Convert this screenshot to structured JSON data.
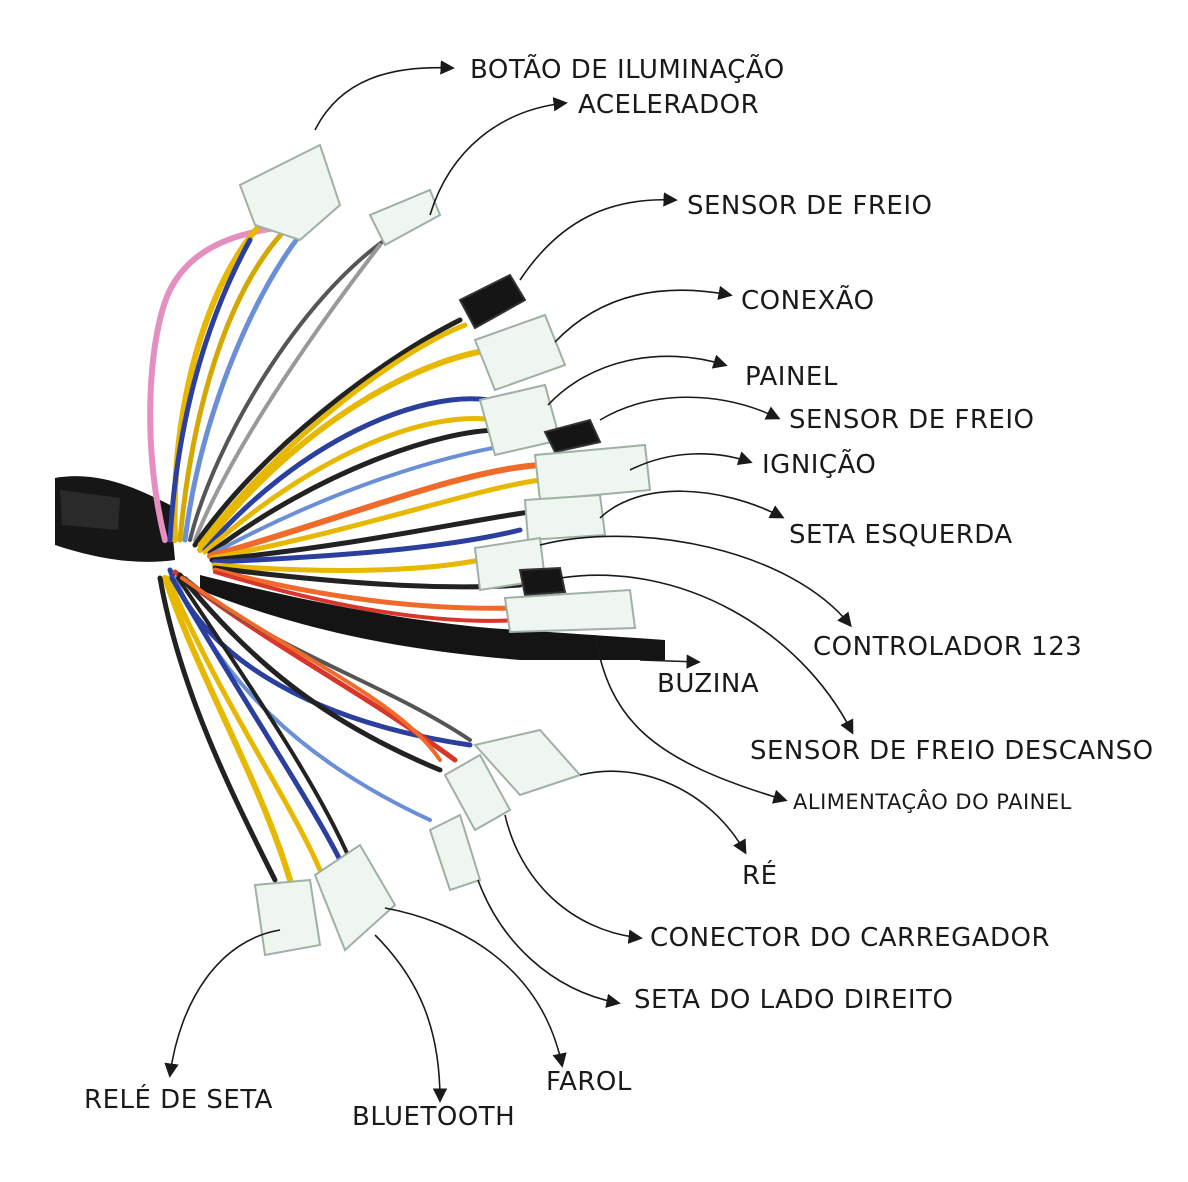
{
  "colors": {
    "black": "#111111",
    "yellow": "#e6b800",
    "blue": "#2a3f9e",
    "light_blue": "#6a8fd6",
    "pink": "#e58fc0",
    "orange": "#f06a2a",
    "red": "#d8362a",
    "gray": "#7d7d7d",
    "connector": "#eef6ef",
    "connector_edge": "#9fb0a4",
    "arrow": "#1a1a1a"
  },
  "labels": {
    "botao_iluminacao": "BOTÃO DE ILUMINAÇÃO",
    "acelerador": "ACELERADOR",
    "sensor_freio_1": "SENSOR DE FREIO",
    "conexao": "CONEXÃO",
    "painel": "PAINEL",
    "sensor_freio_2": "SENSOR DE FREIO",
    "ignicao": "IGNIÇÃO",
    "seta_esquerda": "SETA ESQUERDA",
    "controlador": "CONTROLADOR 123",
    "buzina": "BUZINA",
    "sensor_freio_descanso": "SENSOR DE FREIO DESCANSO",
    "alimentacao_painel": "ALIMENTAÇÂO  DO PAINEL",
    "re": "RÉ",
    "conector_carregador": "CONECTOR DO CARREGADOR",
    "seta_direito": "SETA DO LADO DIREITO",
    "farol": "FAROL",
    "rele_seta": "RELÉ DE SETA",
    "bluetooth": "BLUETOOTH"
  }
}
